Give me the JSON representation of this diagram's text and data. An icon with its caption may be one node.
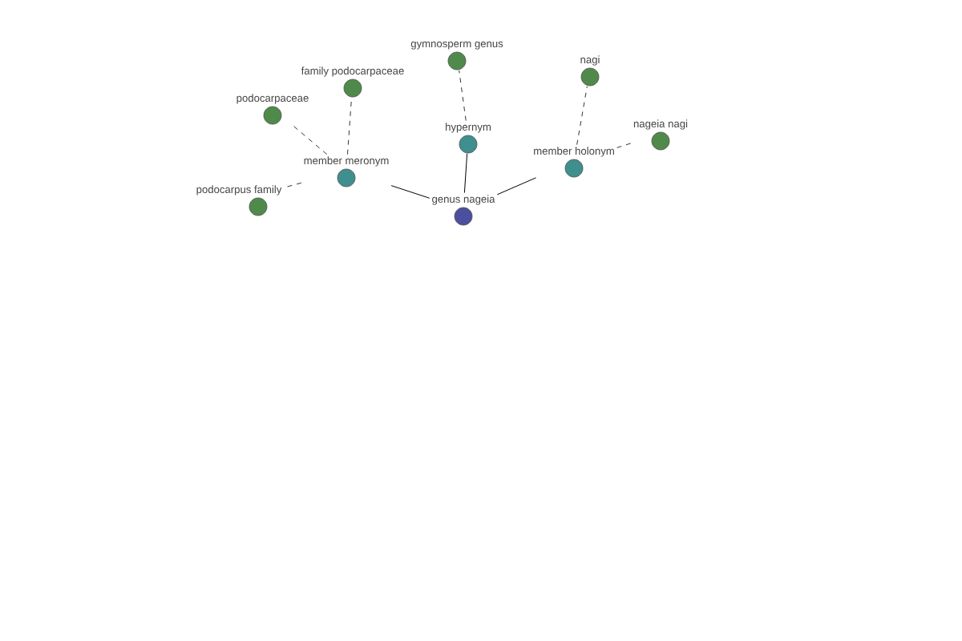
{
  "diagram": {
    "nodes": [
      {
        "text": [
          "genus nageia"
        ]
      },
      {
        "text": [
          "member meronym"
        ]
      },
      {
        "text": [
          "hypernym"
        ]
      },
      {
        "text": [
          "member holonym"
        ]
      },
      {
        "text": [
          "podocarpus family"
        ]
      },
      {
        "text": [
          "podocarpaceae"
        ]
      },
      {
        "text": [
          "family podocarpaceae"
        ]
      },
      {
        "text": [
          "gymnosperm genus"
        ]
      },
      {
        "text": [
          "nagi"
        ]
      },
      {
        "text": [
          "nageia nagi"
        ]
      }
    ],
    "edges": [
      {
        "from": 0,
        "to": 1,
        "arrow": "none"
      },
      {
        "from": 0,
        "to": 2,
        "arrow": "none"
      },
      {
        "from": 0,
        "to": 3,
        "arrow": "none"
      },
      {
        "from": 1,
        "to": 4,
        "arrow": "none",
        "style": "dashed"
      },
      {
        "from": 1,
        "to": 5,
        "arrow": "none",
        "style": "dashed"
      },
      {
        "from": 1,
        "to": 6,
        "arrow": "none",
        "style": "dashed"
      },
      {
        "from": 2,
        "to": 7,
        "arrow": "none",
        "style": "dashed"
      },
      {
        "from": 3,
        "to": 8,
        "arrow": "none",
        "style": "dashed"
      },
      {
        "from": 3,
        "to": 9,
        "arrow": "none",
        "style": "dashed"
      }
    ]
  }
}
